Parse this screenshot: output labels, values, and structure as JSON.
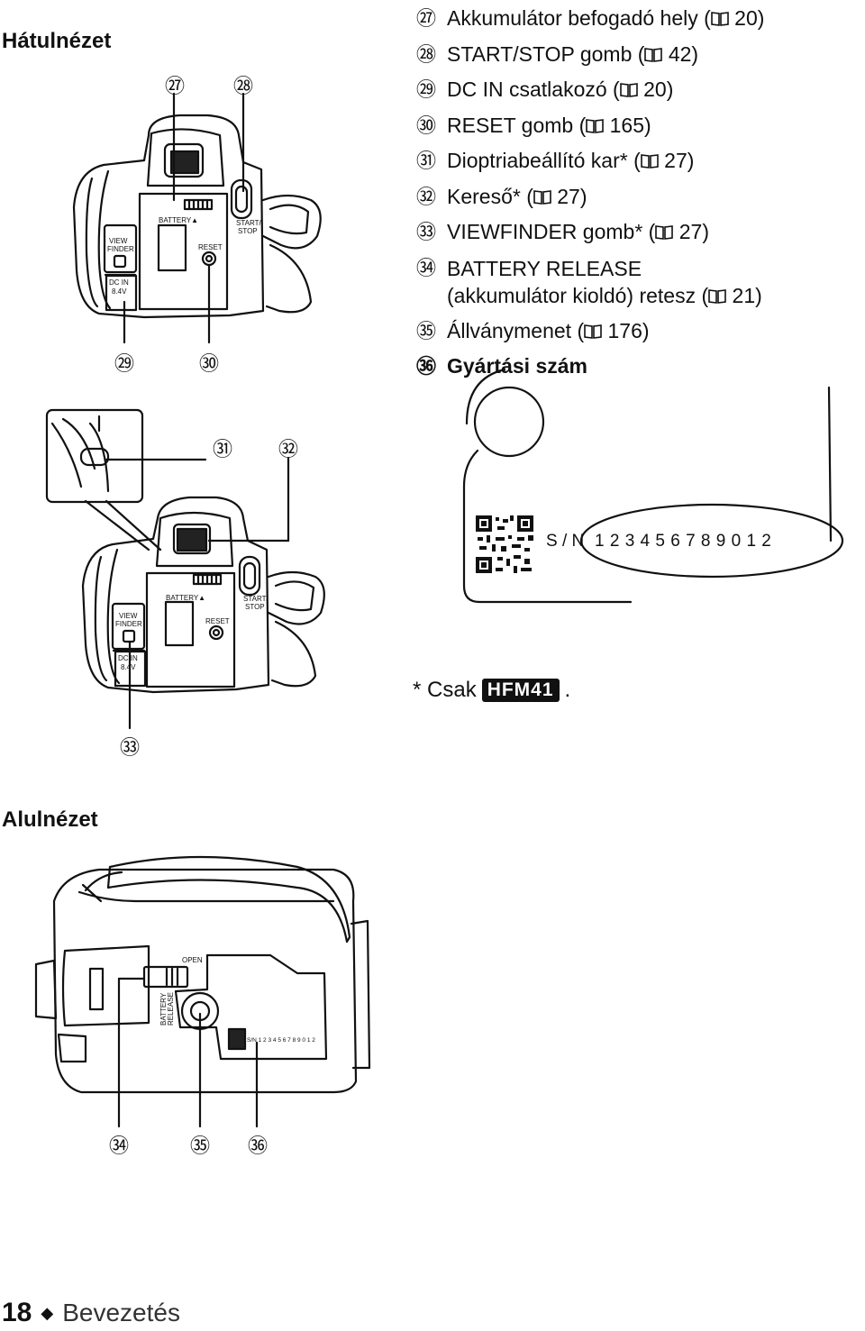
{
  "headings": {
    "rear_view": "Hátulnézet",
    "bottom_view": "Alulnézet"
  },
  "legend": [
    {
      "num": "㉗",
      "text": "Akkumulátor befogadó hely (",
      "page": "20"
    },
    {
      "num": "㉘",
      "text": "START/STOP gomb (",
      "page": "42"
    },
    {
      "num": "㉙",
      "text": "DC IN csatlakozó (",
      "page": "20"
    },
    {
      "num": "㉚",
      "text": "RESET gomb (",
      "page": "165"
    },
    {
      "num": "㉛",
      "text": "Dioptriabeállító kar* (",
      "page": "27"
    },
    {
      "num": "㉜",
      "text": "Kereső* (",
      "page": "27"
    },
    {
      "num": "㉝",
      "text": "VIEWFINDER gomb* (",
      "page": "27"
    },
    {
      "num": "㉞",
      "text": "BATTERY RELEASE\n(akkumulátor kioldó) retesz (",
      "page": "21"
    },
    {
      "num": "㉟",
      "text": "Állványmenet (",
      "page": "176"
    },
    {
      "num": "㊱",
      "text": "Gyártási szám",
      "page": ""
    }
  ],
  "book_icon": "book-icon",
  "callouts": {
    "c27": "㉗",
    "c28": "㉘",
    "c29": "㉙",
    "c30": "㉚",
    "c31": "㉛",
    "c32": "㉜",
    "c33": "㉝",
    "c34": "㉞",
    "c35": "㉟",
    "c36": "㊱"
  },
  "camera_labels": {
    "view": "VIEW",
    "finder": "FINDER",
    "dc_in": "DC IN",
    "voltage": "8.4V",
    "battery": "BATTERY▲",
    "reset": "RESET",
    "start": "START/",
    "stop": "STOP",
    "open": "OPEN",
    "battery_release_1": "BATTERY",
    "battery_release_2": "RELEASE"
  },
  "serial": {
    "label": "S / N",
    "digits": "1 2 3 4 5 6 7 8 9 0 1 2",
    "small": "S/N 1 2 3 4 5 6 7 8 9 0 1 2"
  },
  "footnote": {
    "text": "* Csak",
    "model": "HFM41",
    "end": "."
  },
  "footer": {
    "page_number": "18",
    "separator": "◆",
    "section": "Bevezetés"
  }
}
